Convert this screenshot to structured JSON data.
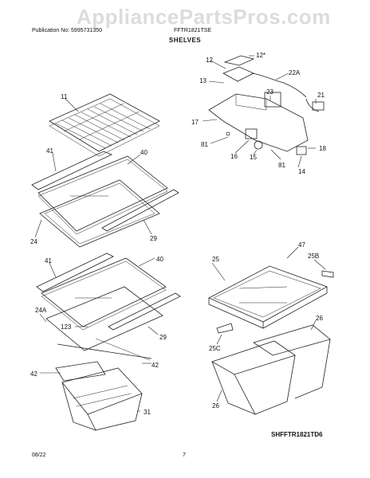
{
  "header": {
    "publication": "Publication No: 5995731350",
    "model": "FFTR1821TSE",
    "watermark": "AppliancePartsPros.com"
  },
  "section_title": "SHELVES",
  "diagram_code": "SHFFTR1821TD6",
  "footer": {
    "date": "08/22",
    "page": "7"
  },
  "callouts": {
    "c12": "12",
    "c12s": "12*",
    "c13": "13",
    "c22A": "22A",
    "c23": "23",
    "c21": "21",
    "c17": "17",
    "c81a": "81",
    "c16": "16",
    "c15": "15",
    "c81b": "81",
    "c18": "18",
    "c14": "14",
    "c11": "11",
    "c41a": "41",
    "c40a": "40",
    "c24": "24",
    "c29a": "29",
    "c41b": "41",
    "c40b": "40",
    "c24A": "24A",
    "c123": "123",
    "c29b": "29",
    "c42a": "42",
    "c42b": "42",
    "c31": "31",
    "c25": "25",
    "c47": "47",
    "c25B": "25B",
    "c25C": "25C",
    "c26a": "26",
    "c26b": "26"
  }
}
